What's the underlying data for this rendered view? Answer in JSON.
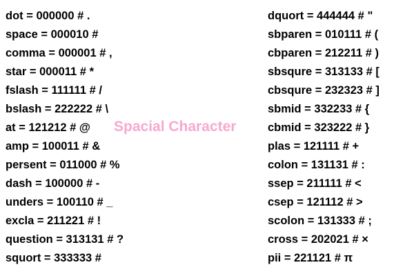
{
  "left_column": [
    "dot = 000000 # .",
    "space = 000010 #",
    "comma = 000001 # ,",
    "star = 000011 # *",
    "fslash = 111111 # /",
    "bslash = 222222 # \\",
    "at = 121212 # @",
    "amp = 100011 # &",
    "persent = 011000 # %",
    "dash = 100000 # -",
    "unders = 100110 # _",
    "excla = 211221 # !",
    "question = 313131 # ?",
    "squort = 333333 #"
  ],
  "right_column": [
    "dquort = 444444 # \"",
    "sbparen = 010111 # (",
    "cbparen = 212211 # )",
    "sbsqure = 313133 # [",
    "cbsqure = 232323 # ]",
    "sbmid = 332233 # {",
    "cbmid = 323222 # }",
    "plas = 121111 # +",
    "colon = 131131 # :",
    "ssep = 211111 # <",
    "csep = 121112 # >",
    "scolon = 131333 # ;",
    "cross = 202021 # ×",
    "pii = 221121 # π"
  ],
  "watermark": {
    "text": "Spacial Character",
    "color": "#f7a8cf"
  },
  "colors": {
    "text": "#000000",
    "background": "#ffffff"
  }
}
